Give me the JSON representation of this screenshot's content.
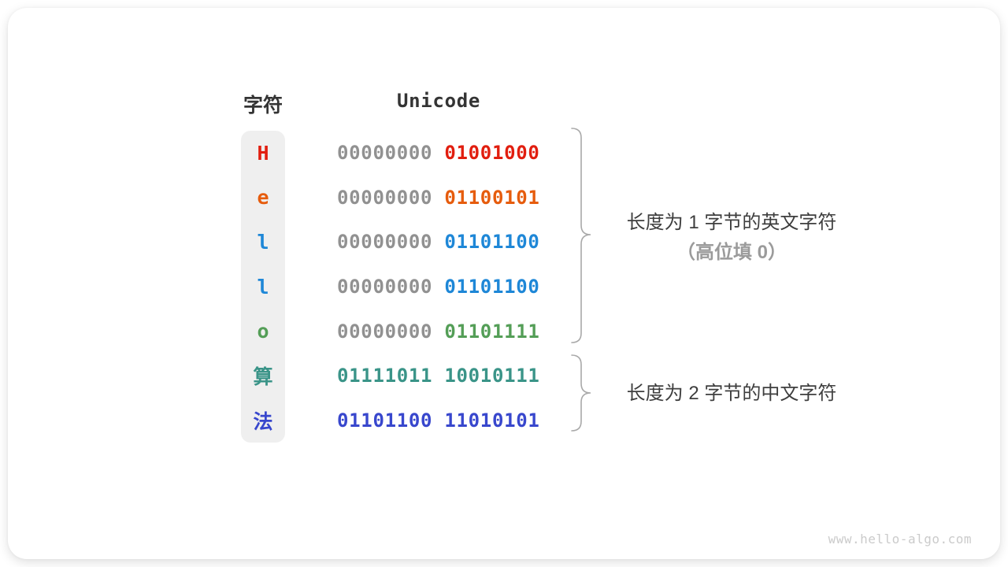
{
  "table": {
    "headers": {
      "char": "字符",
      "unicode": "Unicode"
    },
    "muted_color": "#919191",
    "rows": [
      {
        "char": "H",
        "high": "00000000",
        "low": "01001000",
        "color": "#e11e0f",
        "full_color": false
      },
      {
        "char": "e",
        "high": "00000000",
        "low": "01100101",
        "color": "#e65c0d",
        "full_color": false
      },
      {
        "char": "l",
        "high": "00000000",
        "low": "01101100",
        "color": "#1e87d7",
        "full_color": false
      },
      {
        "char": "l",
        "high": "00000000",
        "low": "01101100",
        "color": "#1e87d7",
        "full_color": false
      },
      {
        "char": "o",
        "high": "00000000",
        "low": "01101111",
        "color": "#549e57",
        "full_color": false
      },
      {
        "char": "算",
        "high": "01111011",
        "low": "10010111",
        "color": "#3a9488",
        "full_color": true
      },
      {
        "char": "法",
        "high": "01101100",
        "low": "11010101",
        "color": "#3847cd",
        "full_color": true
      }
    ]
  },
  "annotations": {
    "english": {
      "line1": "长度为 1 字节的英文字符",
      "line2": "（高位填 0）"
    },
    "chinese": {
      "line1": "长度为 2 字节的中文字符"
    }
  },
  "watermark": "www.hello-algo.com"
}
